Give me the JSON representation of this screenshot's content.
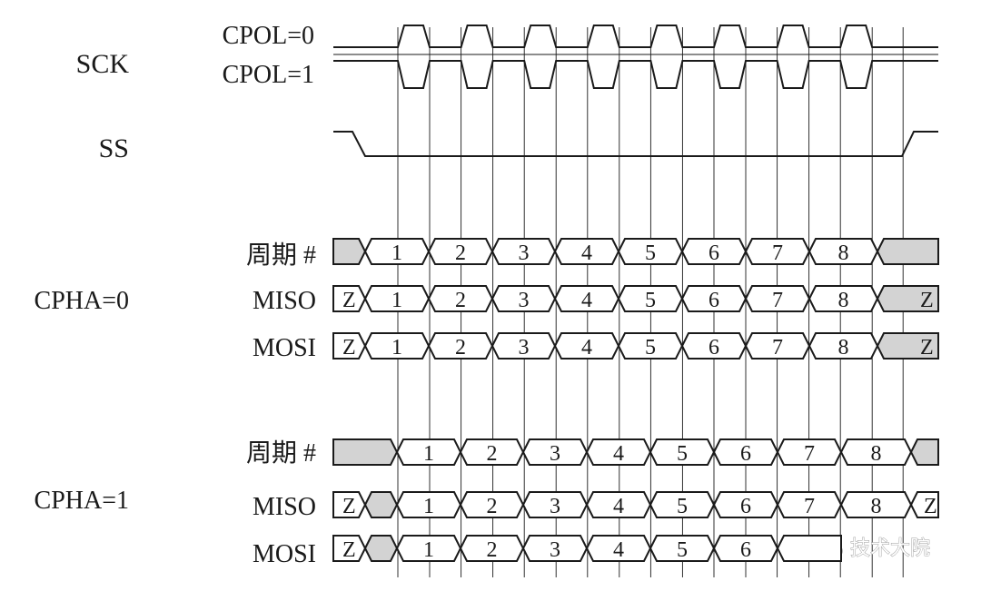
{
  "signals": {
    "sck": "SCK",
    "cpol0": "CPOL=0",
    "cpol1": "CPOL=1",
    "ss": "SS"
  },
  "cpha0": {
    "title": "CPHA=0",
    "rows": [
      {
        "label": "周期 #",
        "lead": "",
        "cells": [
          "1",
          "2",
          "3",
          "4",
          "5",
          "6",
          "7",
          "8"
        ],
        "tail": ""
      },
      {
        "label": "MISO",
        "lead": "Z",
        "cells": [
          "1",
          "2",
          "3",
          "4",
          "5",
          "6",
          "7",
          "8"
        ],
        "tail": "Z"
      },
      {
        "label": "MOSI",
        "lead": "Z",
        "cells": [
          "1",
          "2",
          "3",
          "4",
          "5",
          "6",
          "7",
          "8"
        ],
        "tail": "Z"
      }
    ]
  },
  "cpha1": {
    "title": "CPHA=1",
    "rows": [
      {
        "label": "周期 #",
        "lead": "",
        "cells": [
          "1",
          "2",
          "3",
          "4",
          "5",
          "6",
          "7",
          "8"
        ],
        "tail": ""
      },
      {
        "label": "MISO",
        "lead": "Z",
        "cells": [
          "1",
          "2",
          "3",
          "4",
          "5",
          "6",
          "7",
          "8"
        ],
        "tail": "Z"
      },
      {
        "label": "MOSI",
        "lead": "Z",
        "cells": [
          "1",
          "2",
          "3",
          "4",
          "5",
          "6"
        ],
        "tail": ""
      }
    ]
  },
  "watermark": "技术大院",
  "colors": {
    "line": "#1a1a1a",
    "shade": "#d3d3d3",
    "background": "#ffffff"
  }
}
